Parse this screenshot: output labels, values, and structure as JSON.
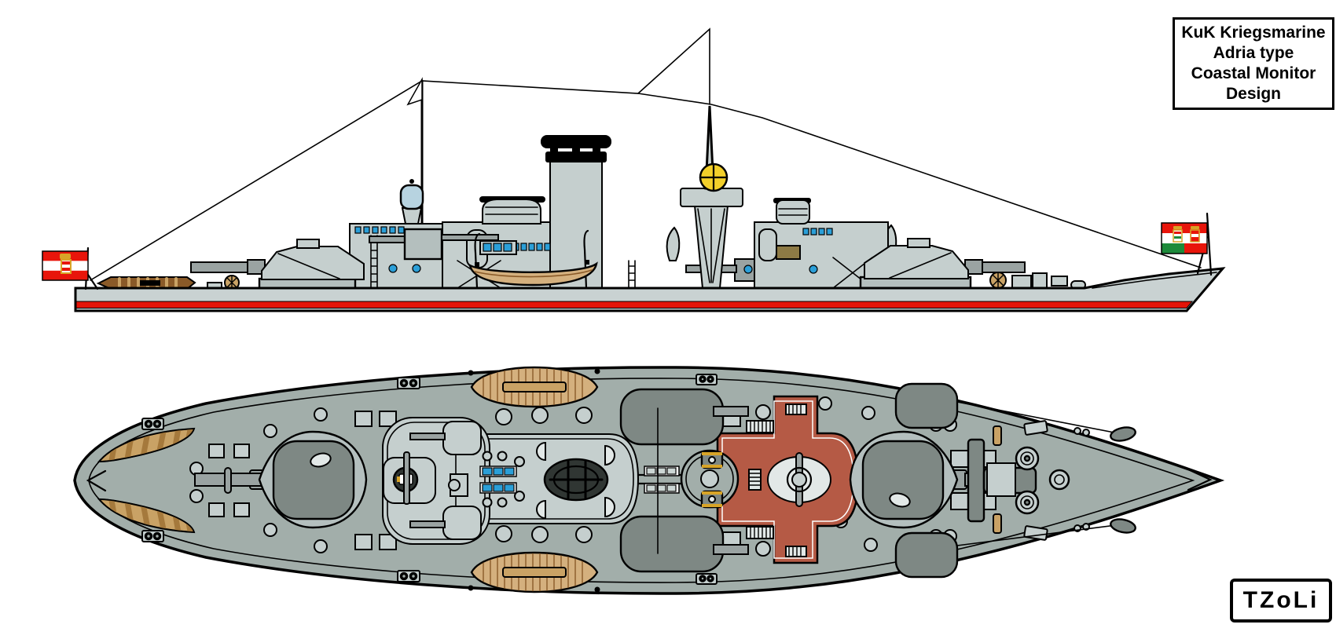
{
  "title_box": {
    "lines": [
      "KuK Kriegsmarine",
      "Adria type",
      "Coastal Monitor",
      "Design"
    ]
  },
  "signature": "TZoLi",
  "colors": {
    "line": "#000000",
    "hull_side": "#c9d2d2",
    "superstructure": "#c5cfce",
    "turret_mid": "#b4bfbe",
    "turret_dark": "#7e8884",
    "gun_metal": "#9aa3a2",
    "deck_plan": "#a2aeaa",
    "red_platform": "#b55a45",
    "waterline_red": "#e41408",
    "boat_tan": "#d4b07e",
    "wood_dark": "#8a5a28",
    "grating_tan": "#c9a265",
    "grating_dark": "#a5793c",
    "window_blue": "#2b9fd8",
    "searchlight_yellow": "#f2cf2a",
    "searchlight_glass": "#b7d3e0",
    "skylight_gray": "#ccd6d4",
    "pale": "#e2e8e7",
    "khaki": "#8d7a45",
    "funnel_dark": "#303633",
    "flag_red": "#e8150b",
    "flag_green": "#1d8a3b",
    "flag_gold": "#d8a427"
  }
}
